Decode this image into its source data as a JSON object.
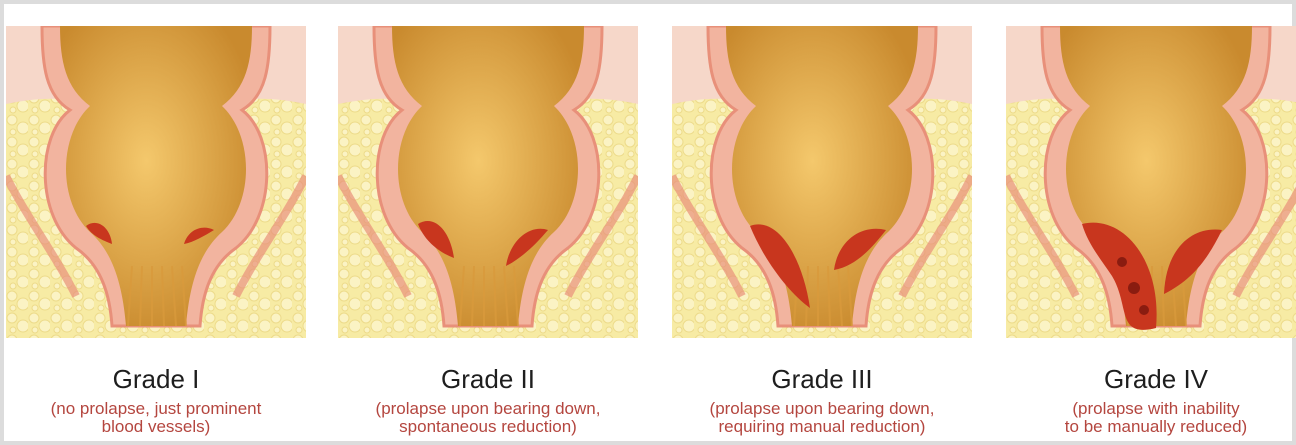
{
  "grades": [
    {
      "title": "Grade I",
      "description": "(no prolapse, just prominent\nblood vessels)",
      "prolapse": 0.15
    },
    {
      "title": "Grade II",
      "description": "(prolapse upon bearing down,\nspontaneous reduction)",
      "prolapse": 0.35
    },
    {
      "title": "Grade III",
      "description": "(prolapse upon bearing down,\nrequiring manual reduction)",
      "prolapse": 0.65
    },
    {
      "title": "Grade IV",
      "description": "(prolapse with inability\nto be manually reduced)",
      "prolapse": 1.0
    }
  ],
  "colors": {
    "skin_pink": "#f6d7c9",
    "fat_yellow": "#f7eba4",
    "tissue_outline": "#e8907a",
    "lumen_gold": "#e3ae52",
    "hemorrhoid_red": "#c8361e",
    "caption_red": "#b4463f"
  }
}
